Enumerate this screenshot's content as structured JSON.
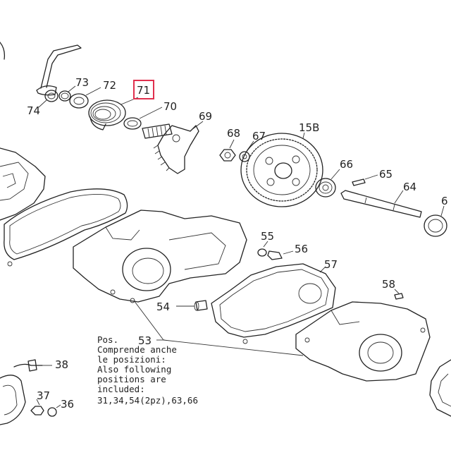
{
  "part_numbers": {
    "p74": "74",
    "p73": "73",
    "p72": "72",
    "p71": "71",
    "p70": "70",
    "p69": "69",
    "p68": "68",
    "p67": "67",
    "p15b": "15B",
    "p66": "66",
    "p65": "65",
    "p64": "64",
    "p6x": "6",
    "p55": "55",
    "p56": "56",
    "p57": "57",
    "p58": "58",
    "p54": "54",
    "p53": "53",
    "p38": "38",
    "p37": "37",
    "p36": "36"
  },
  "highlight": {
    "part": "71",
    "color": "#e0304e"
  },
  "note": {
    "pos_prefix": "Pos.",
    "line1": "Comprende anche",
    "line2": "le posizioni:",
    "line3": "Also following",
    "line4": "positions are",
    "line5": "included:",
    "line6": "31,34,54(2pz),63,66"
  }
}
